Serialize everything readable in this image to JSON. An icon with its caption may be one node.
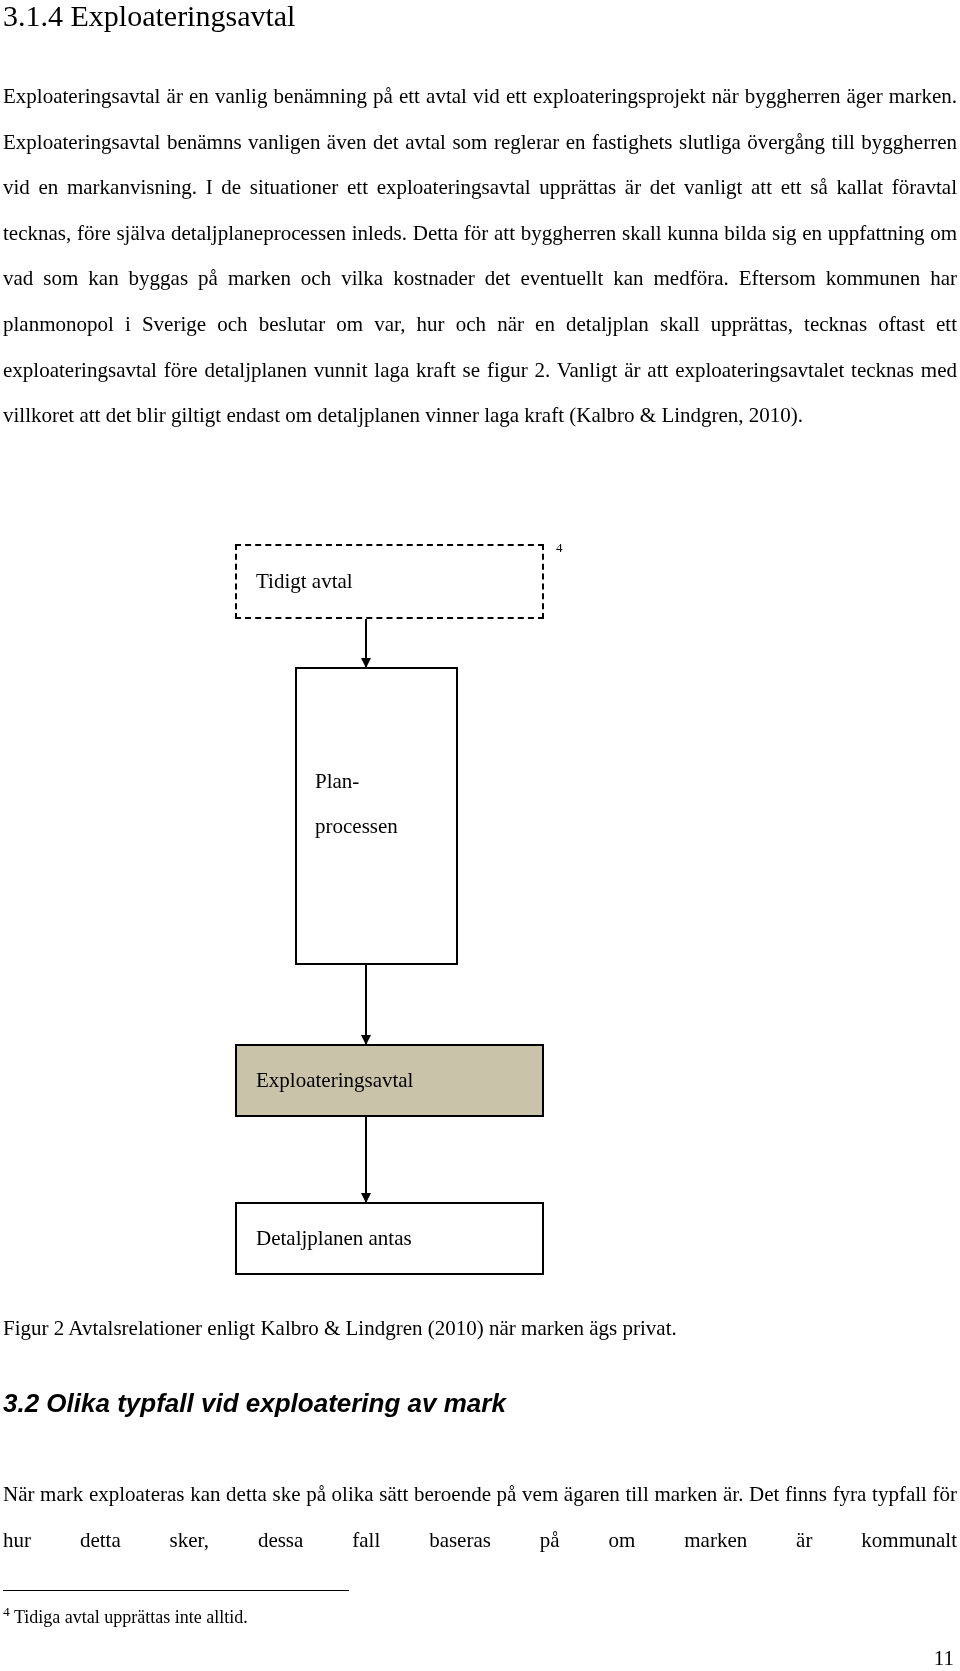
{
  "diagram": {
    "title": "3.1.4 Exploateringsavtal",
    "caption": "Figur 2 Avtalsrelationer enligt Kalbro & Lindgren (2010) när marken ägs privat.",
    "nodes": [
      {
        "text": [
          "Tidigt avtal"
        ],
        "beside": [
          "4"
        ]
      },
      {
        "text": [
          "Plan- processen"
        ]
      },
      {
        "text": [
          "Exploateringsavtal"
        ]
      },
      {
        "text": [
          "Detaljplanen antas"
        ]
      }
    ],
    "edges": [
      {
        "from": 0,
        "to": 1,
        "arrow": "to"
      },
      {
        "from": 1,
        "to": 2,
        "arrow": "to"
      },
      {
        "from": 2,
        "to": 3,
        "arrow": "to"
      }
    ],
    "labels": [
      "Exploateringsavtal är en vanlig benämning på ett avtal vid ett exploateringsprojekt när byggherren äger marken. Exploateringsavtal benämns vanligen även det avtal som reglerar en fastighets slutliga övergång till byggherren vid en markanvisning. I de situationer ett exploateringsavtal upprättas är det vanligt att ett så kallat föravtal tecknas, före själva detaljplaneprocessen inleds. Detta för att byggherren skall kunna bilda sig en uppfattning om vad som kan byggas på marken och vilka kostnader det eventuellt kan medföra. Eftersom kommunen har planmonopol i Sverige och beslutar om var, hur och när en detaljplan skall upprättas, tecknas oftast ett exploateringsavtal före detaljplanen vunnit laga kraft se figur 2. Vanligt är att exploateringsavtalet tecknas med villkoret att det blir giltigt endast om detaljplanen vinner laga kraft (Kalbro & Lindgren, 2010).",
      "3.2 Olika typfall vid exploatering av mark",
      "När mark exploateras kan detta ske på olika sätt beroende på vem ägaren till marken är. Det finns fyra typfall för hur detta sker, dessa fall baseras på om marken är kommunalt",
      "$^{4}$ Tidiga avtal upprättas inte alltid.",
      "11"
    ]
  }
}
